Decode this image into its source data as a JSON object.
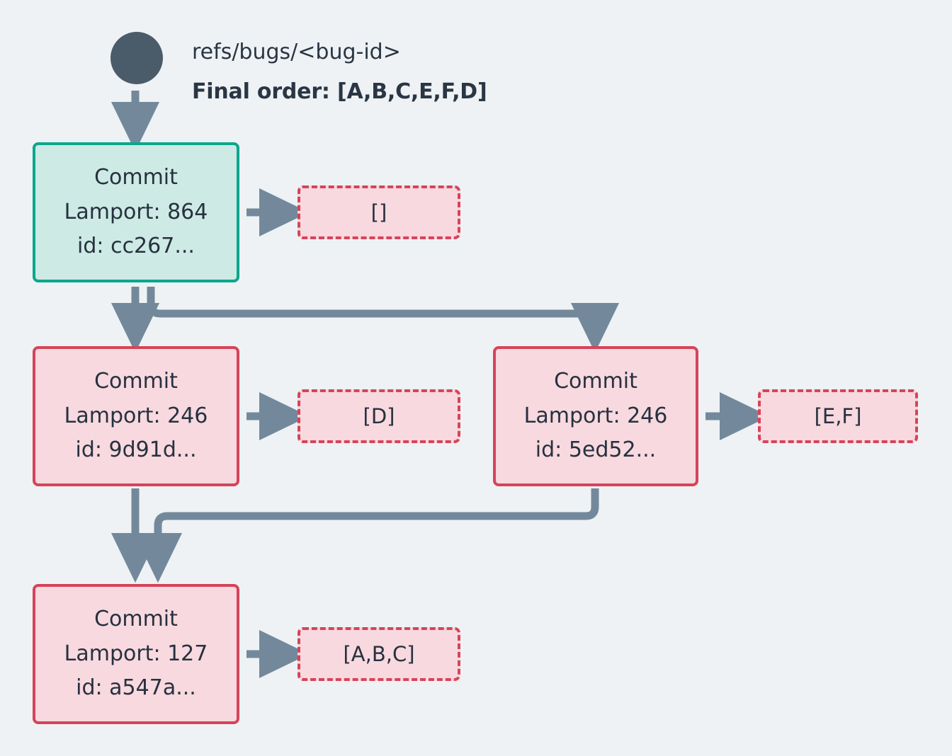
{
  "diagram": {
    "background_color": "#eef2f5",
    "root": {
      "icon": "filled-circle",
      "color": "#4a5b69",
      "ref_label": "refs/bugs/<bug-id>",
      "final_order_label": "Final order: [A,B,C,E,F,D]"
    },
    "colors": {
      "teal_border": "#0ca78c",
      "teal_fill": "#cdeae5",
      "crimson_border": "#d64459",
      "pink_fill": "#f7d9df",
      "edge": "#73899b",
      "text": "#27313f"
    },
    "nodes": [
      {
        "id": "cc267",
        "style": "teal",
        "title": "Commit",
        "lamport": "Lamport: 864",
        "id_line": "id: cc267...",
        "ops": "[]"
      },
      {
        "id": "9d91d",
        "style": "pink",
        "title": "Commit",
        "lamport": "Lamport: 246",
        "id_line": "id: 9d91d...",
        "ops": "[D]"
      },
      {
        "id": "5ed52",
        "style": "pink",
        "title": "Commit",
        "lamport": "Lamport: 246",
        "id_line": "id: 5ed52...",
        "ops": "[E,F]"
      },
      {
        "id": "a547a",
        "style": "pink",
        "title": "Commit",
        "lamport": "Lamport: 127",
        "id_line": "id: a547a...",
        "ops": "[A,B,C]"
      }
    ]
  }
}
